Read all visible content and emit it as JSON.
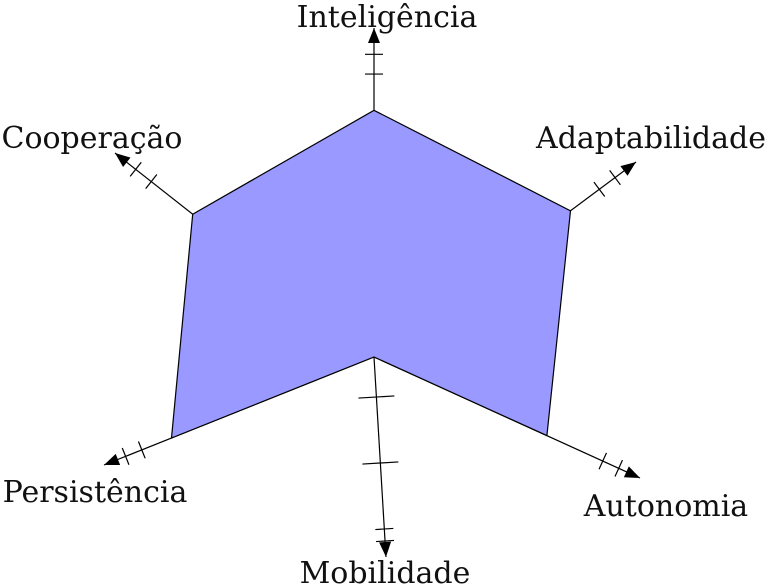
{
  "chart_data": {
    "type": "radar",
    "axes": [
      "Inteligência",
      "Adaptabilidade",
      "Autonomia",
      "Mobilidade",
      "Persistência",
      "Cooperação"
    ],
    "values": [
      0.75,
      0.75,
      0.65,
      0.0,
      0.75,
      0.7
    ],
    "range": [
      0,
      1
    ],
    "colors": {
      "fill": "#9999ff",
      "stroke": "#000000",
      "axis": "#000000"
    }
  }
}
